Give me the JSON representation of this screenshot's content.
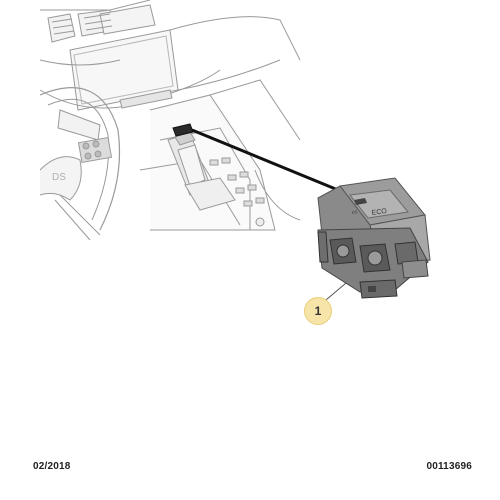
{
  "callout": {
    "number": "1"
  },
  "switch_label": {
    "brand": "DS",
    "mode": "ECO"
  },
  "footer": {
    "date": "02/2018",
    "reference": "00113696"
  }
}
